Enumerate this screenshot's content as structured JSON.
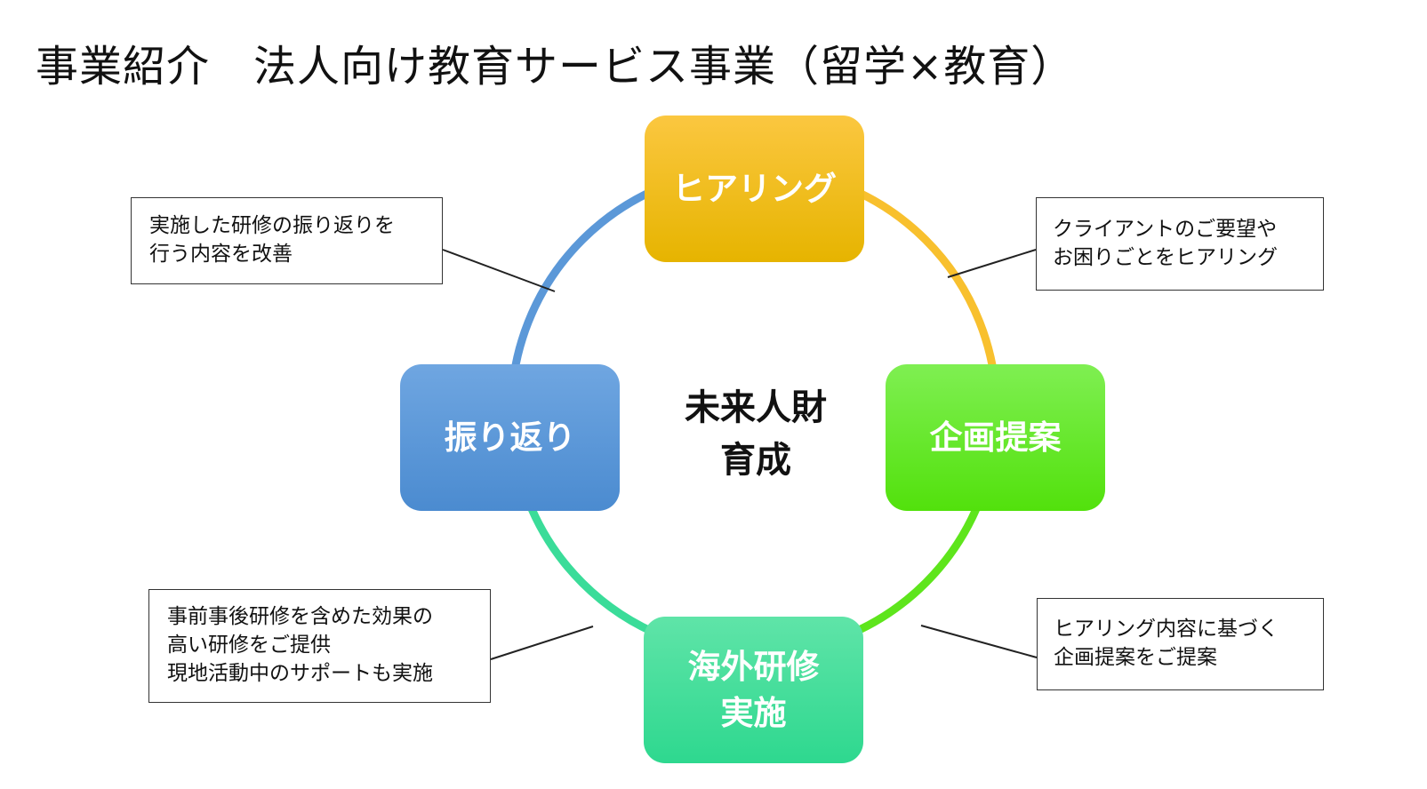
{
  "title": "事業紹介　法人向け教育サービス事業（留学×教育）",
  "center_label": "未来人財\n育成",
  "nodes": {
    "hearing": "ヒアリング",
    "plan": "企画提案",
    "implementation": "海外研修\n実施",
    "review": "振り返り"
  },
  "notes": {
    "top_left": "実施した研修の振り返りを\n行う内容を改善",
    "top_right": "クライアントのご要望や\nお困りごとをヒアリング",
    "bottom_left": "事前事後研修を含めた効果の\n高い研修をご提供\n現地活動中のサポートも実施",
    "bottom_right": "ヒアリング内容に基づく\n企画提案をご提案"
  },
  "colors": {
    "hearing": "#f2bd1f",
    "plan": "#5fe51f",
    "implementation": "#3adc99",
    "review": "#5896d6"
  }
}
